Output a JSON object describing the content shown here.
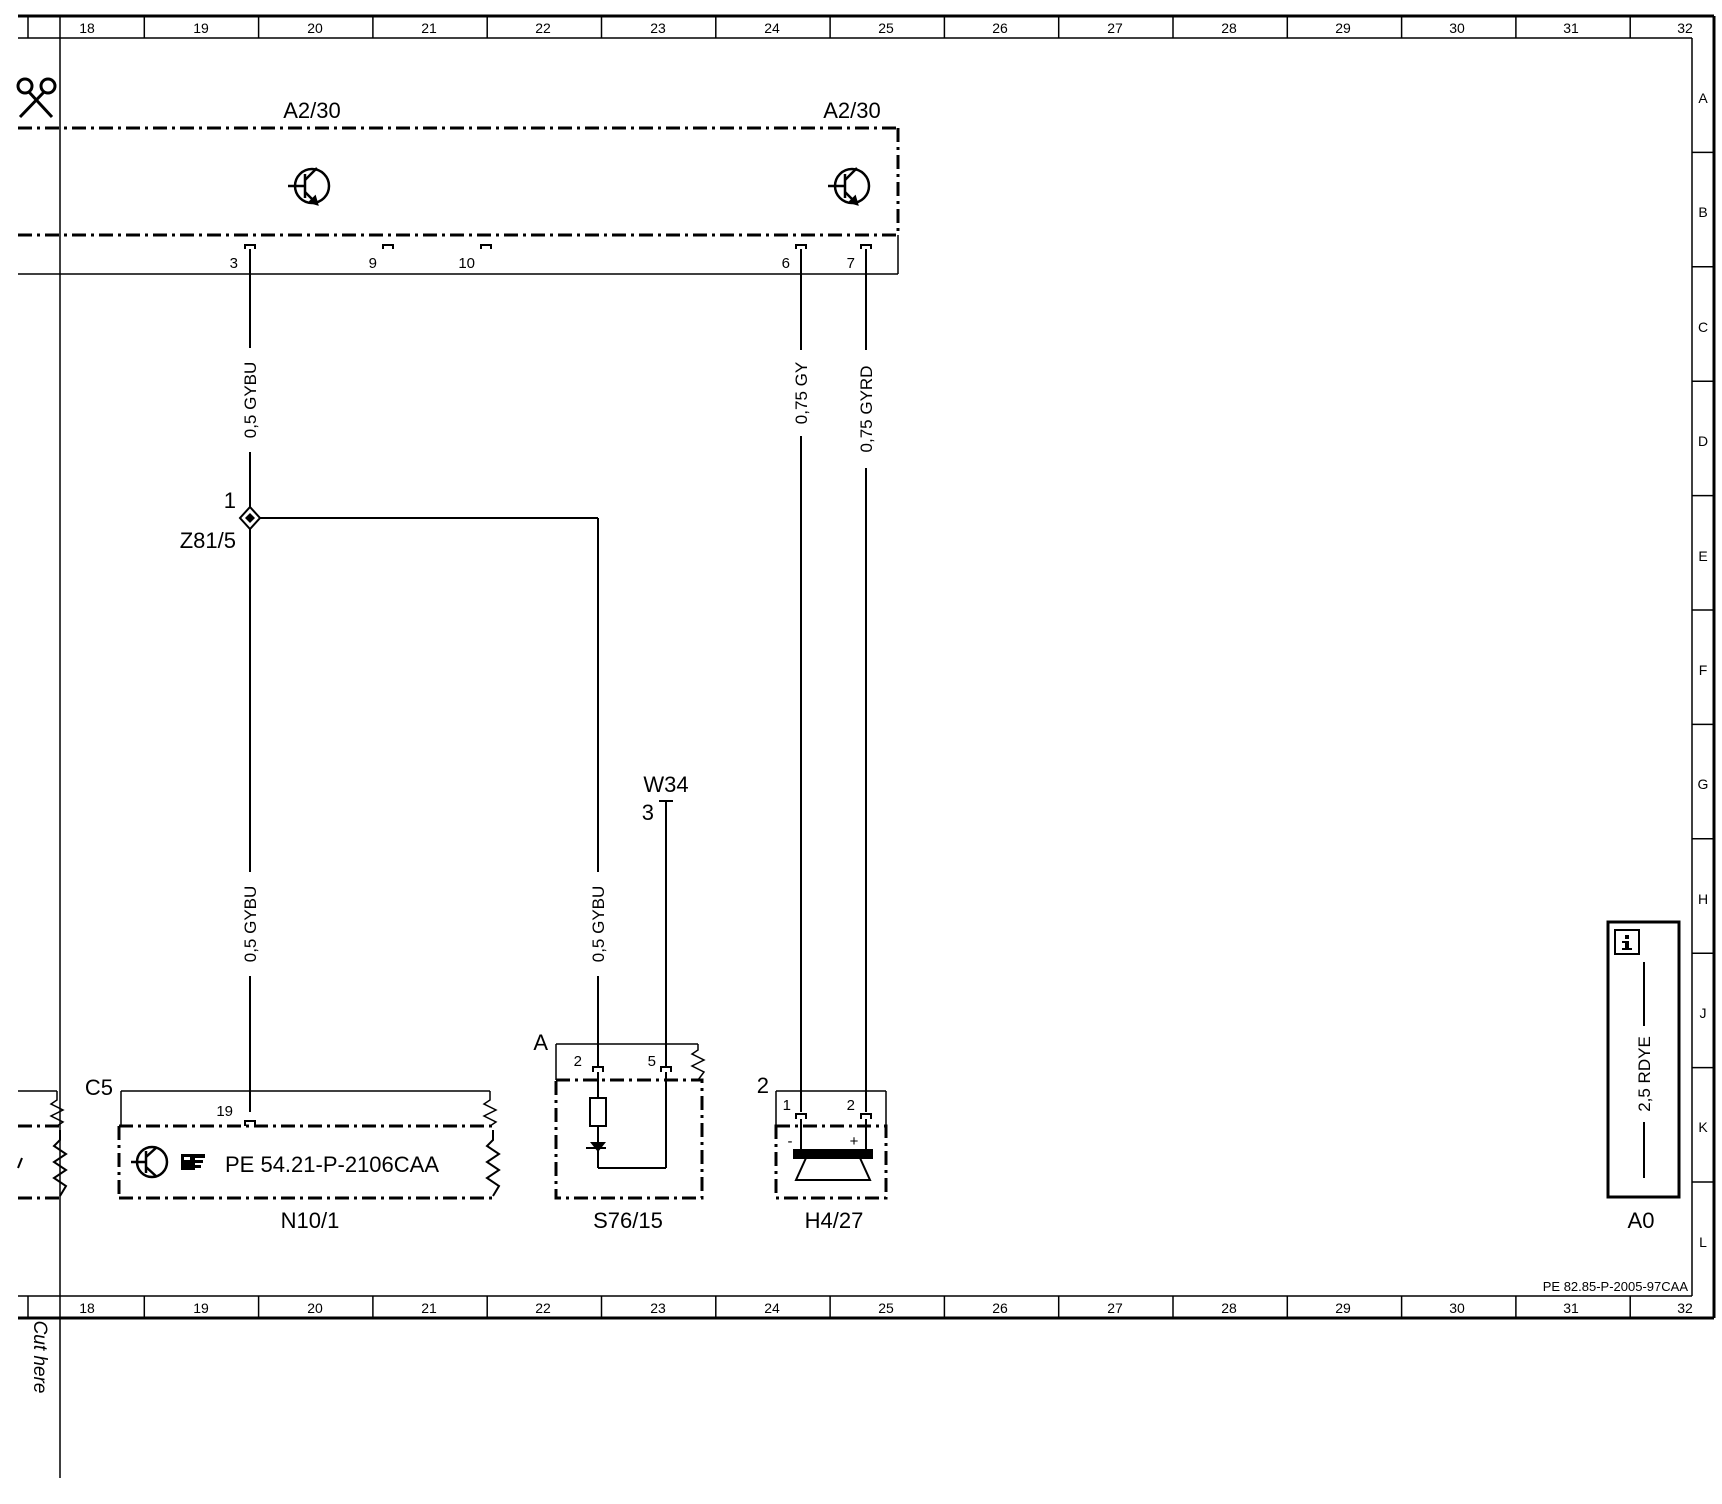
{
  "grid": {
    "columns": [
      "18",
      "19",
      "20",
      "21",
      "22",
      "23",
      "24",
      "25",
      "26",
      "27",
      "28",
      "29",
      "30",
      "31",
      "32"
    ],
    "rows": [
      "A",
      "B",
      "C",
      "D",
      "E",
      "F",
      "G",
      "H",
      "J",
      "K",
      "L"
    ]
  },
  "document_code": "PE 82.85-P-2005-97CAA",
  "cut_label": "Cut here",
  "components": {
    "a2_30_left": "A2/30",
    "a2_30_right": "A2/30",
    "a2_30_pins": [
      "3",
      "9",
      "10",
      "6",
      "7"
    ],
    "z81_5": "Z81/5",
    "z81_5_pin": "1",
    "w34": "W34",
    "w34_pin": "3",
    "n10_1": "N10/1",
    "n10_1_connector": "C5",
    "n10_1_pin": "19",
    "n10_1_ref": "PE 54.21-P-2106CAA",
    "s76_15": "S76/15",
    "s76_15_connector": "A",
    "s76_15_pins": [
      "2",
      "5"
    ],
    "h4_27": "H4/27",
    "h4_27_connector": "2",
    "h4_27_pins": [
      "1",
      "2"
    ],
    "h4_27_polarity": [
      "-",
      "+"
    ],
    "a0": "A0"
  },
  "wires": {
    "w1": "0,5 GYBU",
    "w2": "0,5 GYBU",
    "w3": "0,5 GYBU",
    "w4": "0,75 GY",
    "w5": "0,75 GYRD",
    "a0_wire": "2,5 RDYE"
  },
  "icons": {
    "scissors": "scissors-icon",
    "transistor": "transistor-icon",
    "pointing_hand": "pointing-hand-icon",
    "info": "info-icon"
  }
}
